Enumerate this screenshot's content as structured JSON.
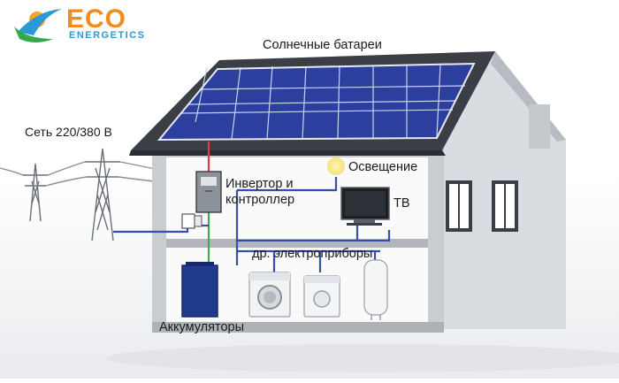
{
  "logo": {
    "brand": "ECO",
    "sub": "ENERGETICS"
  },
  "labels": {
    "solar_panels": "Солнечные батареи",
    "grid": "Сеть 220/380 В",
    "lighting": "Освещение",
    "inverter_line1": "Инвертор и",
    "inverter_line2": "контроллер",
    "tv": "ТВ",
    "appliances": "др. электроприборы",
    "batteries": "Аккумуляторы"
  },
  "colors": {
    "wall": "#d9dce0",
    "wall_dark": "#b7bcc2",
    "roof": "#3b3f45",
    "panel": "#2c3f9e",
    "interior": "#fafafa",
    "battery": "#203a8e",
    "cable_blue": "#3450a8",
    "cable_red": "#e23d3d",
    "cable_green": "#3fae49"
  },
  "icons": [
    "logo-sun-icon",
    "pylon-icon",
    "solar-panel-icon",
    "inverter-icon",
    "lamp-icon",
    "tv-icon",
    "washing-machine-icon",
    "dryer-icon",
    "boiler-icon",
    "battery-icon",
    "window-icon"
  ]
}
